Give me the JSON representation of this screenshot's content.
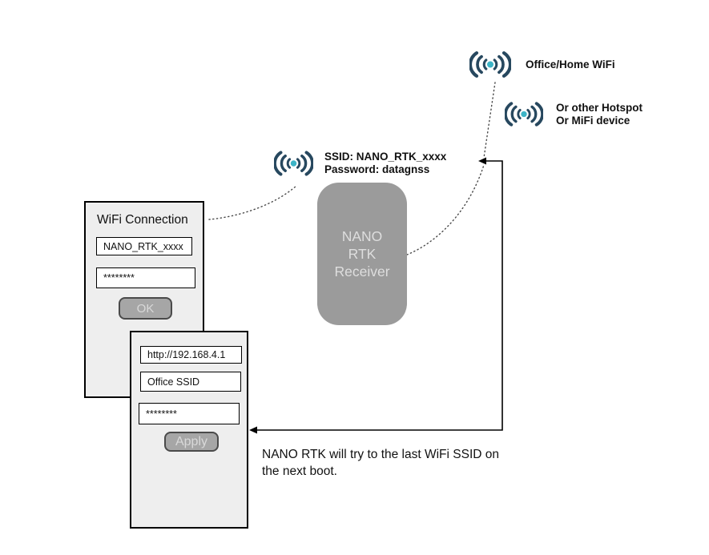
{
  "colors": {
    "wifi_navy": "#27485f",
    "wifi_teal": "#3cb4c7",
    "device_fill": "#9b9b9b",
    "device_text": "#dedede",
    "panel_fill": "#eeeeee",
    "panel_border": "#000000",
    "button_fill": "#a6a6a6",
    "button_border": "#4a4a4a",
    "button_text": "#d9d9d9",
    "line_color": "#000000",
    "dotted_color": "#4a4a4a"
  },
  "nodes": {
    "office_wifi": {
      "label": "Office/Home WiFi"
    },
    "hotspot": {
      "label": "Or other Hotspot\nOr MiFi device"
    },
    "nano_ap": {
      "label": "SSID: NANO_RTK_xxxx\nPassword: datagnss"
    }
  },
  "device": {
    "name": "NANO\nRTK\nReceiver"
  },
  "wifi_connection_dialog": {
    "title": "WiFi Connection",
    "ssid_value": "NANO_RTK_xxxx",
    "password_value": "********",
    "ok_label": "OK"
  },
  "web_config_dialog": {
    "url_value": "http://192.168.4.1",
    "ssid_value": "Office SSID",
    "password_value": "********",
    "apply_label": "Apply"
  },
  "note": "NANO RTK will try to the last WiFi SSID on\nthe next boot."
}
